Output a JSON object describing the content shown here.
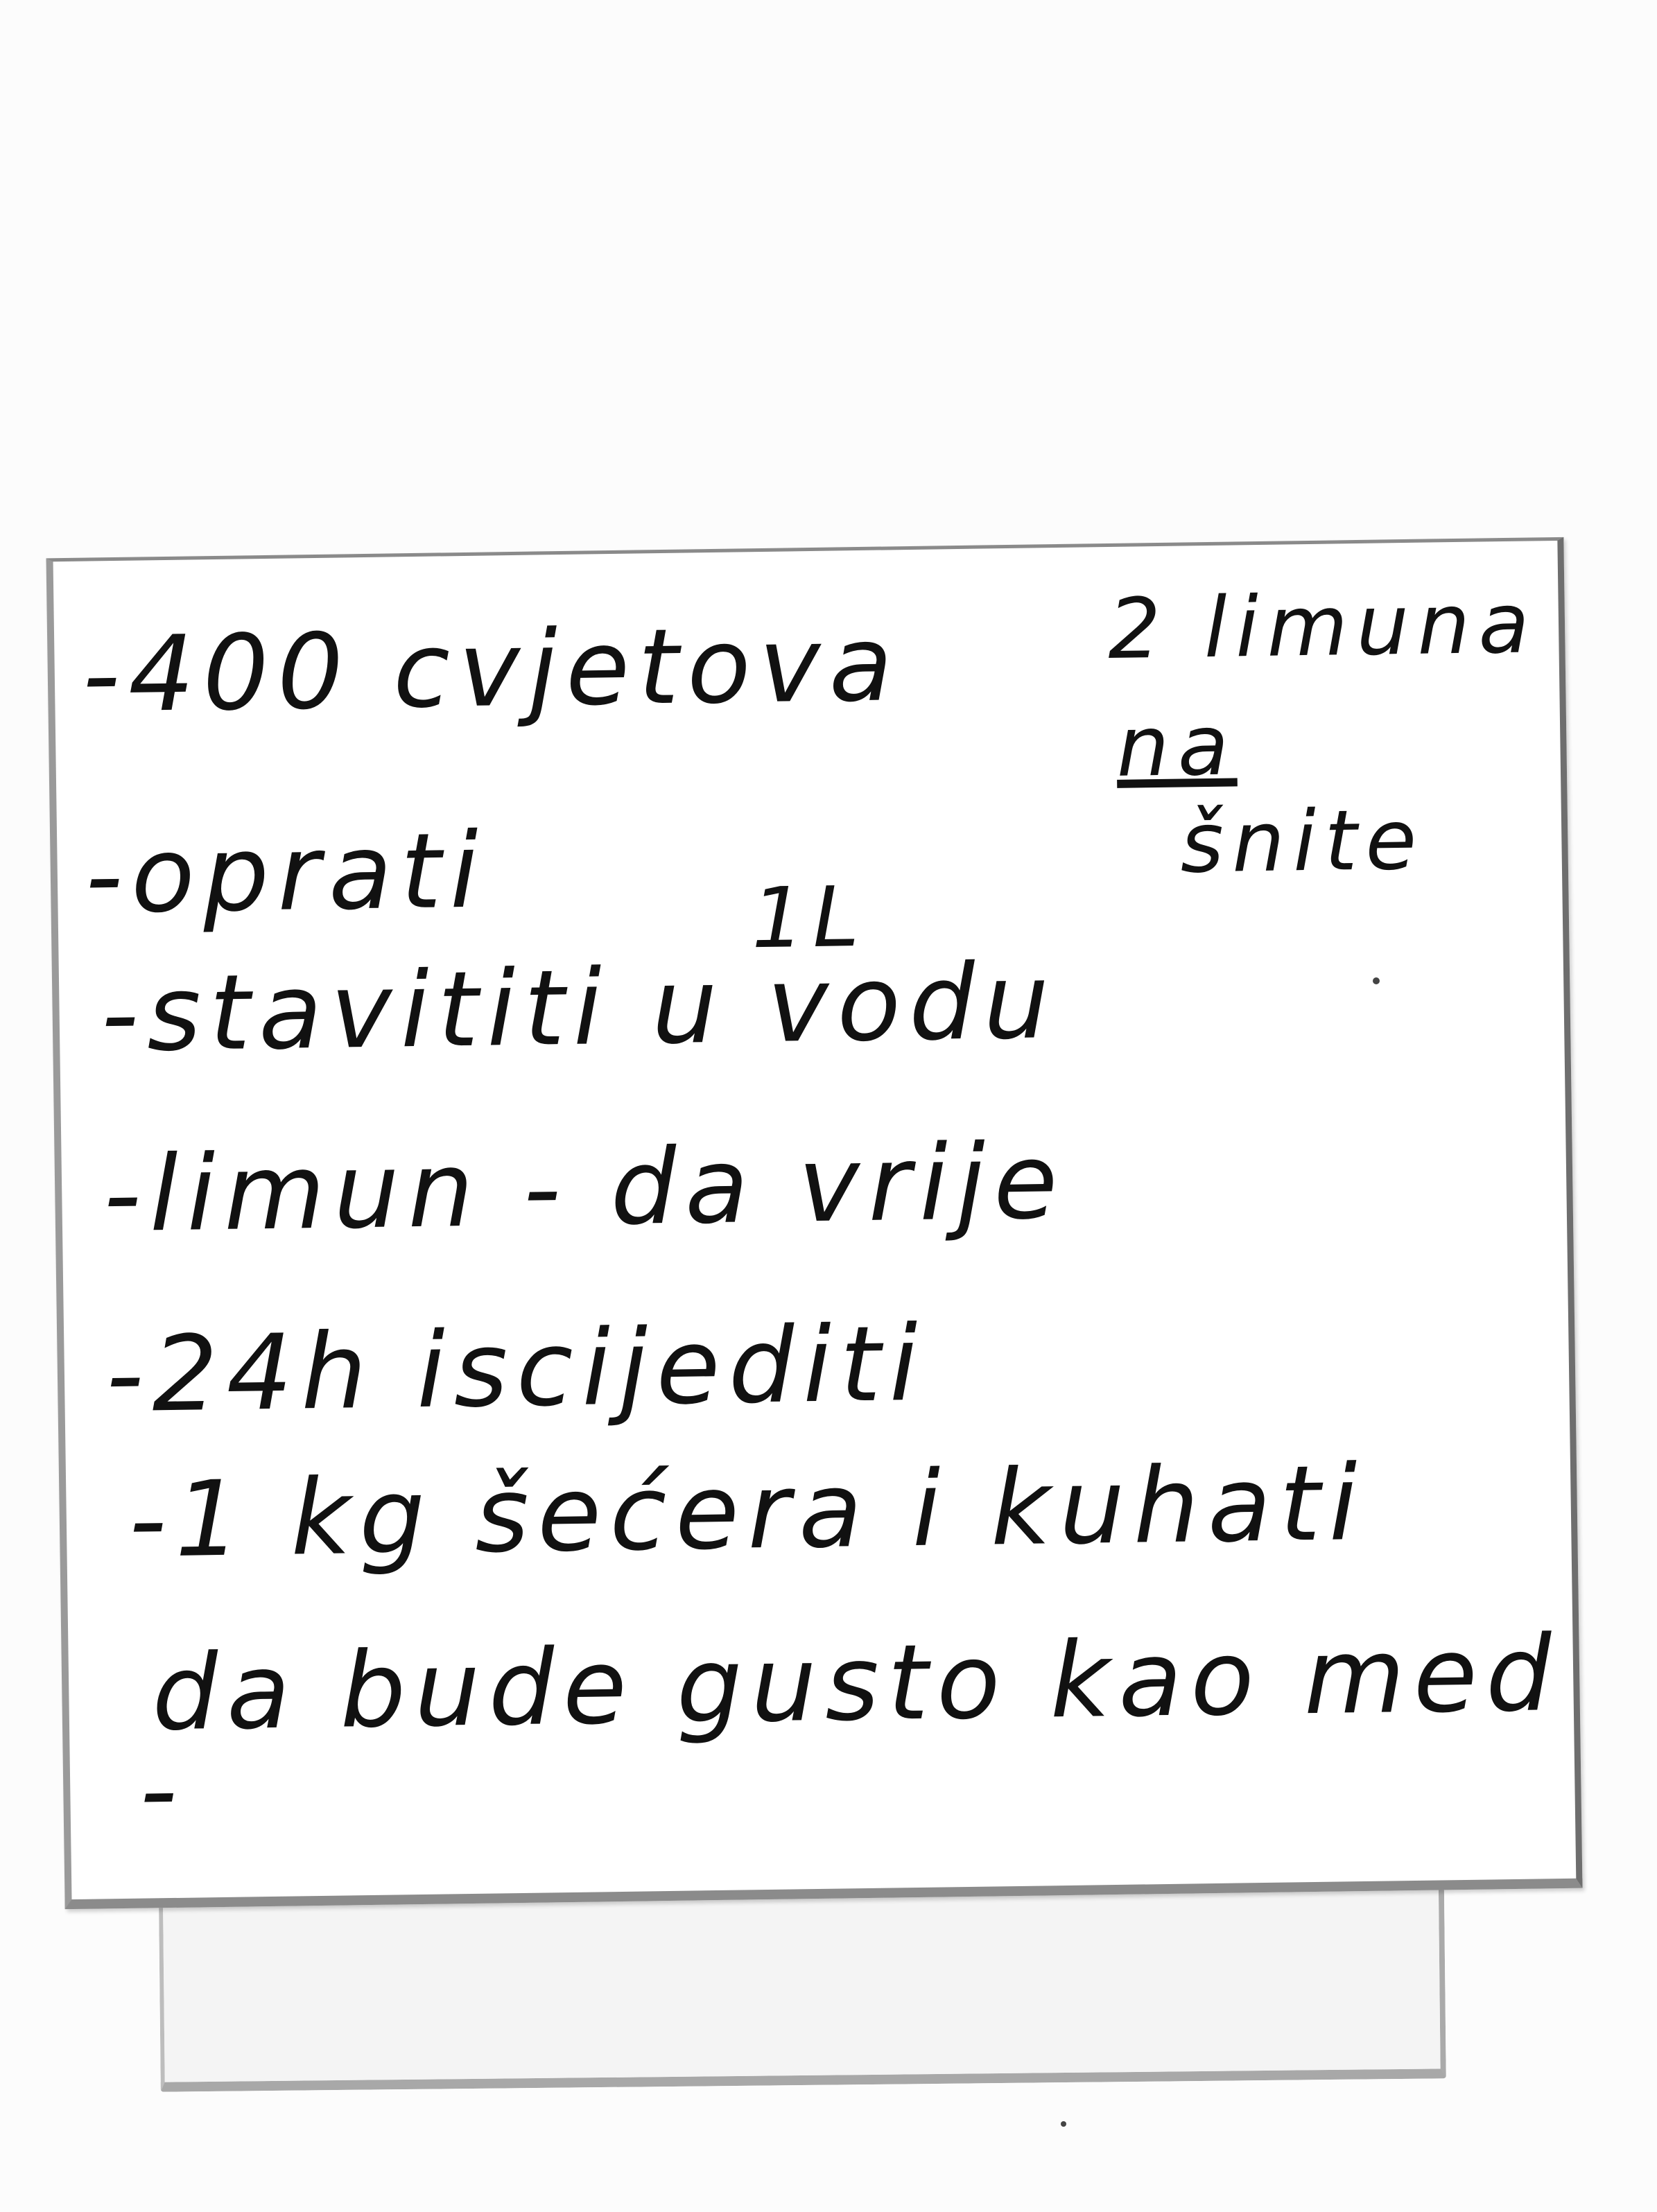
{
  "note": {
    "lines": [
      "-400 cvjetova",
      "-oprati",
      "-stavititi u vodu",
      "-limun - da vrije",
      "-24h iscijediti",
      "-1 kg šećera i kuhati",
      "da bude gusto kao med",
      "-"
    ],
    "side": {
      "lemon_count": "2 limuna",
      "water_volume": "1L",
      "on": "na",
      "slices": "šnite"
    }
  }
}
